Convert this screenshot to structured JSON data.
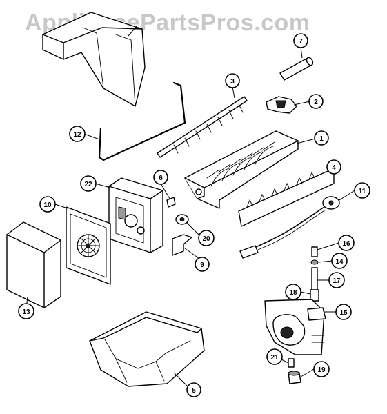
{
  "watermark": "AppliancePartsPros.com",
  "callouts": [
    "1",
    "2",
    "3",
    "4",
    "5",
    "6",
    "7",
    "9",
    "10",
    "11",
    "12",
    "13",
    "14",
    "15",
    "16",
    "17",
    "18",
    "19",
    "20",
    "21",
    "22"
  ]
}
